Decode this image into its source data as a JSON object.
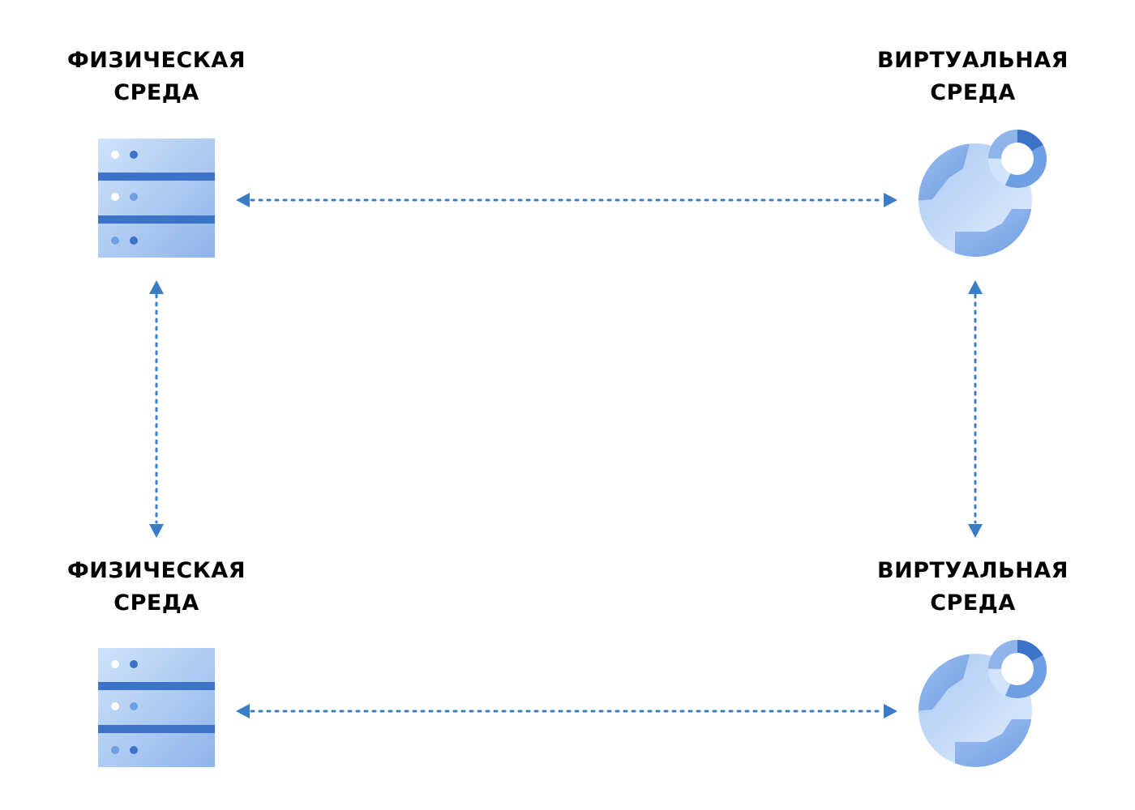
{
  "nodes": {
    "top_left": {
      "line1": "ФИЗИЧЕСКАЯ",
      "line2": "СРЕДА",
      "icon": "server-icon"
    },
    "top_right": {
      "line1": "ВИРТУАЛЬНАЯ",
      "line2": "СРЕДА",
      "icon": "globe-cloud-icon"
    },
    "bottom_left": {
      "line1": "ФИЗИЧЕСКАЯ",
      "line2": "СРЕДА",
      "icon": "server-icon"
    },
    "bottom_right": {
      "line1": "ВИРТУАЛЬНАЯ",
      "line2": "СРЕДА",
      "icon": "globe-cloud-icon"
    }
  },
  "connections": [
    {
      "from": "top_left",
      "to": "top_right",
      "style": "dotted",
      "direction": "both"
    },
    {
      "from": "bottom_left",
      "to": "bottom_right",
      "style": "dotted",
      "direction": "both"
    },
    {
      "from": "top_left",
      "to": "bottom_left",
      "style": "dotted",
      "direction": "both"
    },
    {
      "from": "top_right",
      "to": "bottom_right",
      "style": "dotted",
      "direction": "both"
    }
  ],
  "colors": {
    "arrow": "#3b7cc7",
    "text": "#000000",
    "server_light": "#cfe3fb",
    "server_dark": "#8fb4ea",
    "server_band": "#3d72c9",
    "globe_light": "#dceafb",
    "globe_dark": "#8fb4ea",
    "accent_dark": "#3d72c9"
  }
}
